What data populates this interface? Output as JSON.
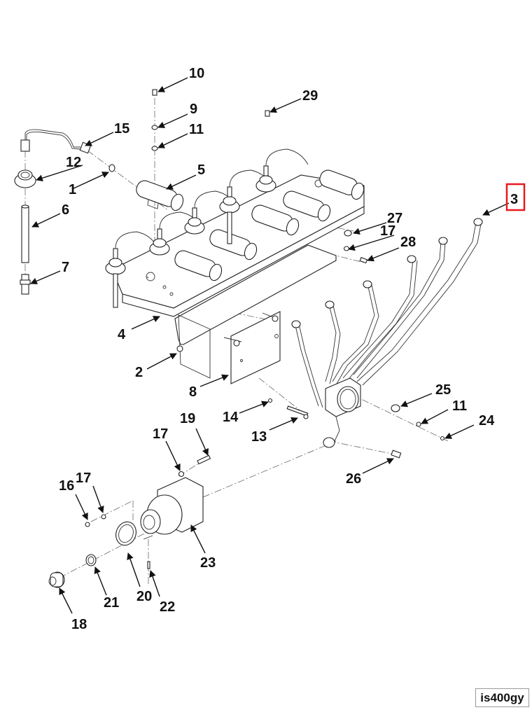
{
  "figure": {
    "id_label": "is400gy",
    "highlighted_callout": "3",
    "highlight_color": "#e8191e"
  },
  "callouts": [
    {
      "label": "10",
      "part": "screw"
    },
    {
      "label": "9",
      "part": "washer"
    },
    {
      "label": "11",
      "part": "washer"
    },
    {
      "label": "29",
      "part": "screw"
    },
    {
      "label": "15",
      "part": "fuel-line"
    },
    {
      "label": "12",
      "part": "nut"
    },
    {
      "label": "1",
      "part": "o-ring"
    },
    {
      "label": "5",
      "part": "coil-clamp"
    },
    {
      "label": "6",
      "part": "tube"
    },
    {
      "label": "7",
      "part": "fitting"
    },
    {
      "label": "3",
      "part": "line-assembly"
    },
    {
      "label": "27",
      "part": "screw"
    },
    {
      "label": "17",
      "part": "washer"
    },
    {
      "label": "28",
      "part": "screw"
    },
    {
      "label": "4",
      "part": "bracket"
    },
    {
      "label": "2",
      "part": "bracket"
    },
    {
      "label": "8",
      "part": "plate"
    },
    {
      "label": "25",
      "part": "fitting"
    },
    {
      "label": "11",
      "part": "washer"
    },
    {
      "label": "24",
      "part": "screw"
    },
    {
      "label": "14",
      "part": "nut"
    },
    {
      "label": "13",
      "part": "bolt"
    },
    {
      "label": "19",
      "part": "screw"
    },
    {
      "label": "17",
      "part": "washer"
    },
    {
      "label": "26",
      "part": "screw"
    },
    {
      "label": "16",
      "part": "screw"
    },
    {
      "label": "17",
      "part": "washer"
    },
    {
      "label": "23",
      "part": "housing"
    },
    {
      "label": "20",
      "part": "gasket"
    },
    {
      "label": "22",
      "part": "pin"
    },
    {
      "label": "21",
      "part": "gear"
    },
    {
      "label": "18",
      "part": "coupling"
    }
  ]
}
